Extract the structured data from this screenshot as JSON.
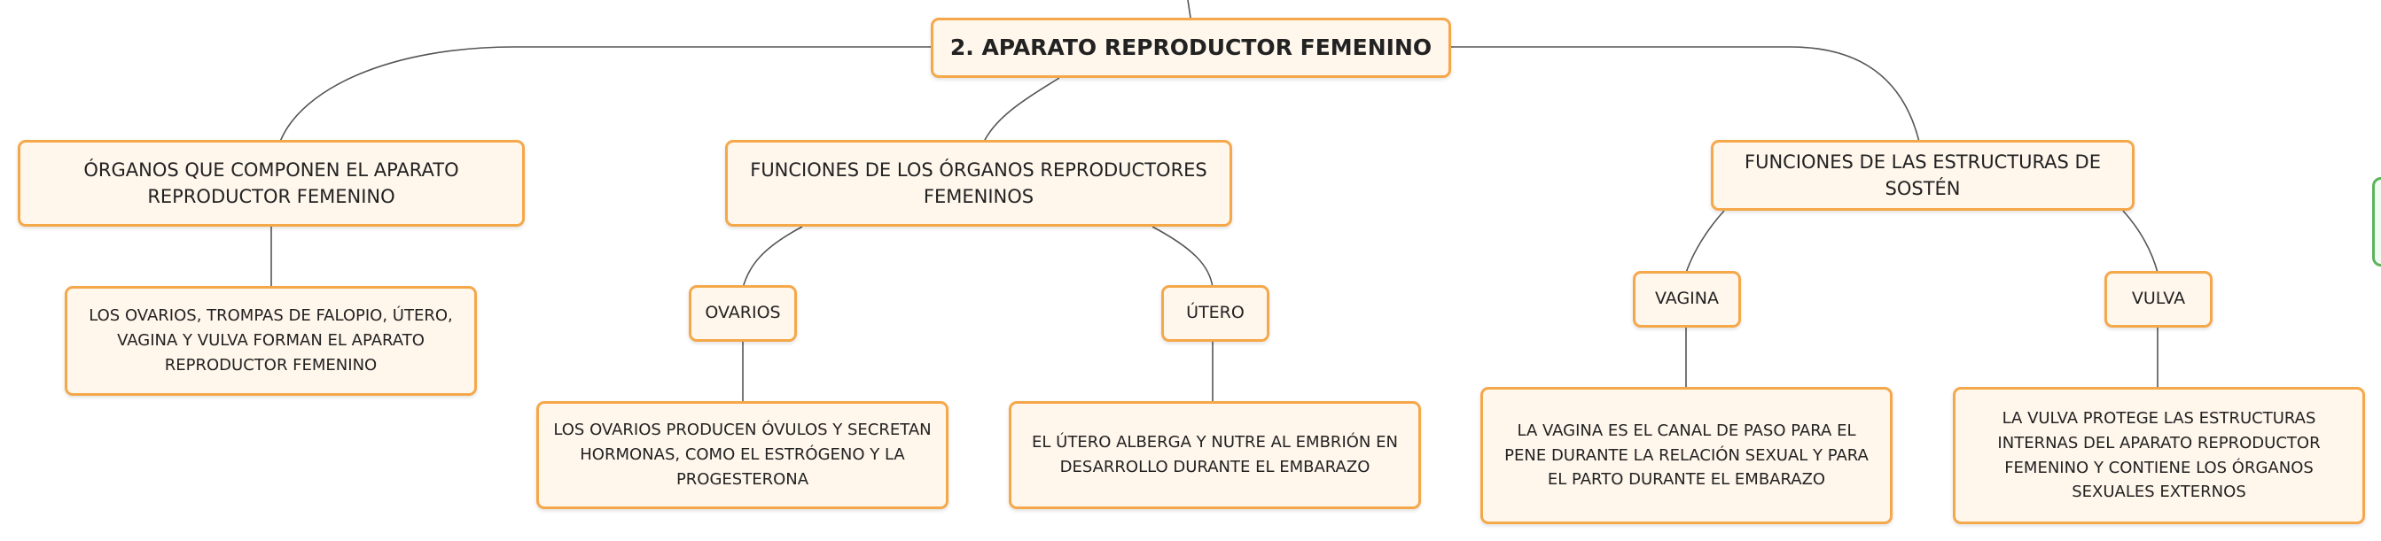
{
  "root": {
    "label": "2. APARATO REPRODUCTOR FEMENINO"
  },
  "branches": [
    {
      "label": "ÓRGANOS QUE COMPONEN EL APARATO REPRODUCTOR FEMENINO",
      "detail": "LOS OVARIOS, TROMPAS DE FALOPIO, ÚTERO, VAGINA Y VULVA FORMAN EL APARATO REPRODUCTOR FEMENINO"
    },
    {
      "label": "FUNCIONES DE LOS ÓRGANOS REPRODUCTORES FEMENINOS",
      "children": [
        {
          "label": "OVARIOS",
          "detail": "LOS OVARIOS PRODUCEN ÓVULOS Y SECRETAN HORMONAS, COMO EL ESTRÓGENO Y LA PROGESTERONA"
        },
        {
          "label": "ÚTERO",
          "detail": "EL ÚTERO ALBERGA Y NUTRE AL EMBRIÓN EN DESARROLLO DURANTE EL EMBARAZO"
        }
      ]
    },
    {
      "label": "FUNCIONES DE LAS ESTRUCTURAS DE SOSTÉN",
      "children": [
        {
          "label": "VAGINA",
          "detail": "LA VAGINA ES EL CANAL DE PASO PARA EL PENE DURANTE LA RELACIÓN SEXUAL Y PARA EL PARTO DURANTE EL EMBARAZO"
        },
        {
          "label": "VULVA",
          "detail": "LA VULVA PROTEGE LAS ESTRUCTURAS INTERNAS DEL APARATO REPRODUCTOR FEMENINO Y CONTIENE LOS ÓRGANOS SEXUALES EXTERNOS"
        }
      ]
    }
  ]
}
